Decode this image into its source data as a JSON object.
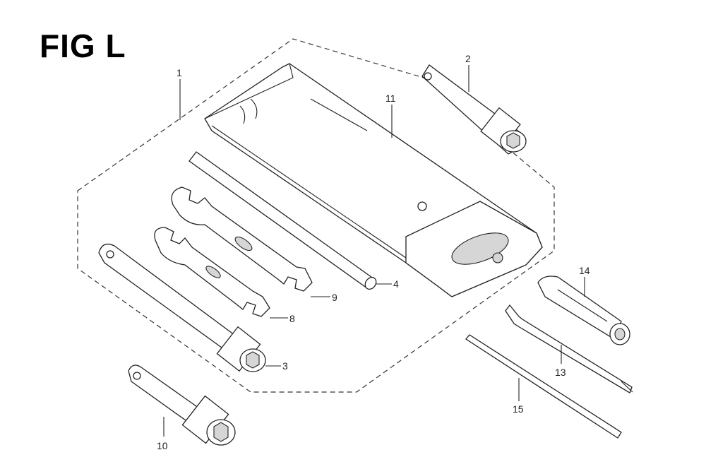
{
  "figure": {
    "title": "FIG L"
  },
  "callouts": [
    {
      "id": "1",
      "label": "1"
    },
    {
      "id": "2",
      "label": "2"
    },
    {
      "id": "3",
      "label": "3"
    },
    {
      "id": "4",
      "label": "4"
    },
    {
      "id": "8",
      "label": "8"
    },
    {
      "id": "9",
      "label": "9"
    },
    {
      "id": "10",
      "label": "10"
    },
    {
      "id": "11",
      "label": "11"
    },
    {
      "id": "13",
      "label": "13"
    },
    {
      "id": "14",
      "label": "14"
    },
    {
      "id": "15",
      "label": "15"
    }
  ],
  "parts": {
    "tool_kit_group": "1",
    "socket_wrench_large": "2",
    "socket_wrench_medium": "3",
    "handle_bar": "4",
    "open_end_wrench_small": "8",
    "open_end_wrench_large": "9",
    "socket_wrench_short": "10",
    "tool_bag": "11",
    "screwdriver": "13",
    "screwdriver_grip": "14",
    "pin_rod": "15"
  }
}
